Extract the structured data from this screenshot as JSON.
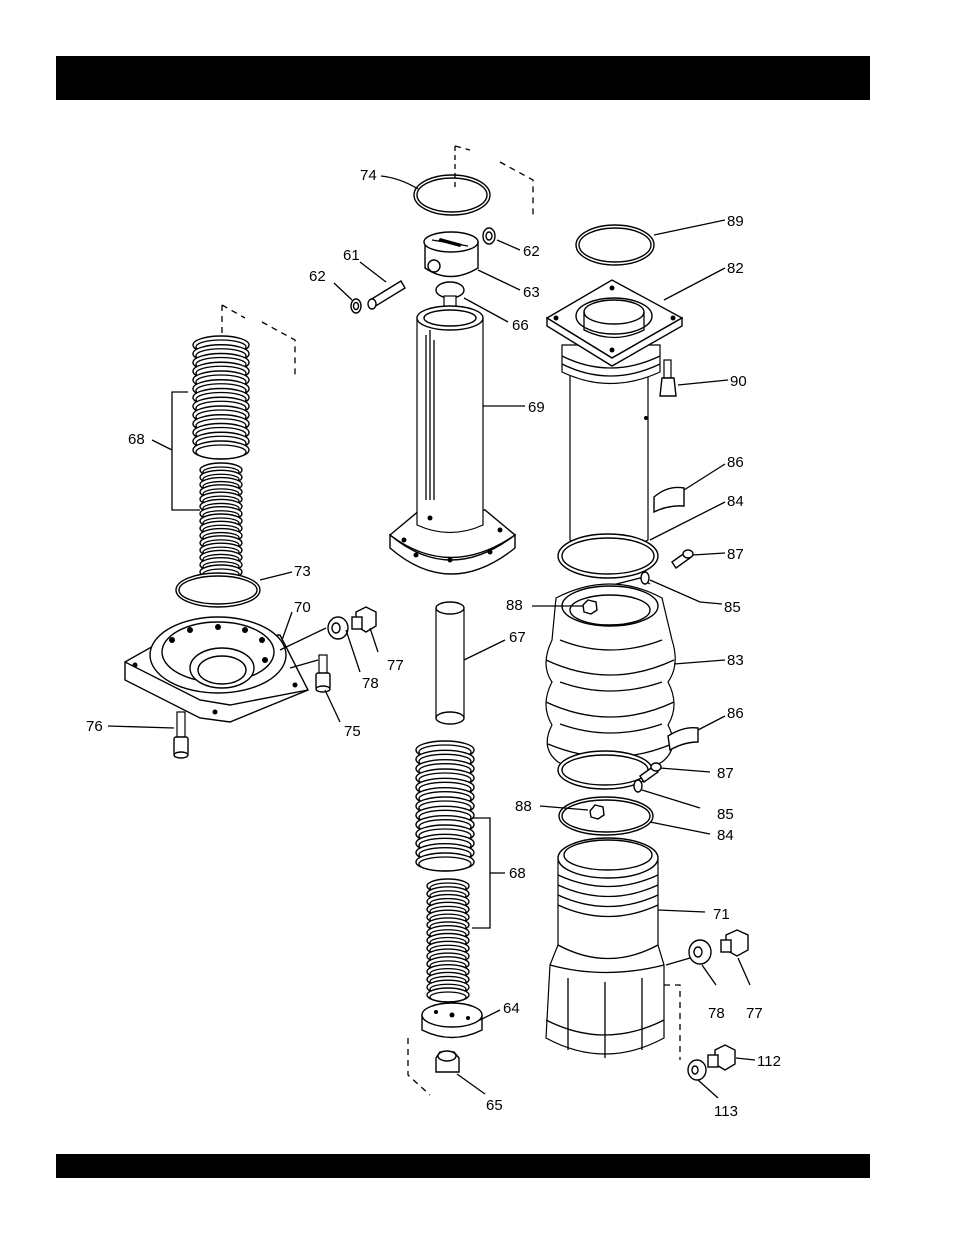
{
  "callouts": {
    "p74": "74",
    "p62a": "62",
    "p61": "61",
    "p62b": "62",
    "p63": "63",
    "p66": "66",
    "p89": "89",
    "p82": "82",
    "p90": "90",
    "p69": "69",
    "p68a": "68",
    "p86a": "86",
    "p84a": "84",
    "p87a": "87",
    "p73": "73",
    "p85a": "85",
    "p88a": "88",
    "p70": "70",
    "p67": "67",
    "p77a": "77",
    "p78a": "78",
    "p83": "83",
    "p75": "75",
    "p76": "76",
    "p86b": "86",
    "p87b": "87",
    "p85b": "85",
    "p88b": "88",
    "p84b": "84",
    "p68b": "68",
    "p71": "71",
    "p78b": "78",
    "p77b": "77",
    "p64": "64",
    "p112": "112",
    "p65": "65",
    "p113": "113"
  }
}
